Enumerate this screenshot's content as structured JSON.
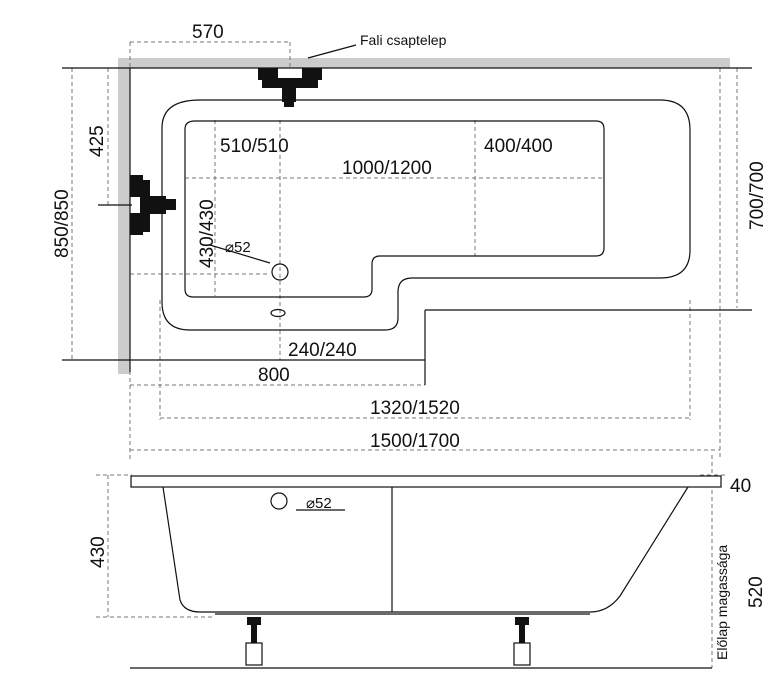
{
  "labels": {
    "faucet_label": "Fali csaptelep",
    "front_height_label": "Előlap magassága"
  },
  "dimensions": {
    "d570": "570",
    "d425": "425",
    "d850": "850/850",
    "d700": "700/700",
    "d510": "510/510",
    "d400": "400/400",
    "d1000": "1000/1200",
    "d430v": "430/430",
    "dia_top": "⌀52",
    "d240": "240/240",
    "d800": "800",
    "d1320": "1320/1520",
    "d1500": "1500/1700",
    "d40": "40",
    "d430": "430",
    "dia_side": "⌀52",
    "d520": "520"
  },
  "colors": {
    "wall": "#cccccc",
    "line": "#111111",
    "dash": "#777777"
  }
}
